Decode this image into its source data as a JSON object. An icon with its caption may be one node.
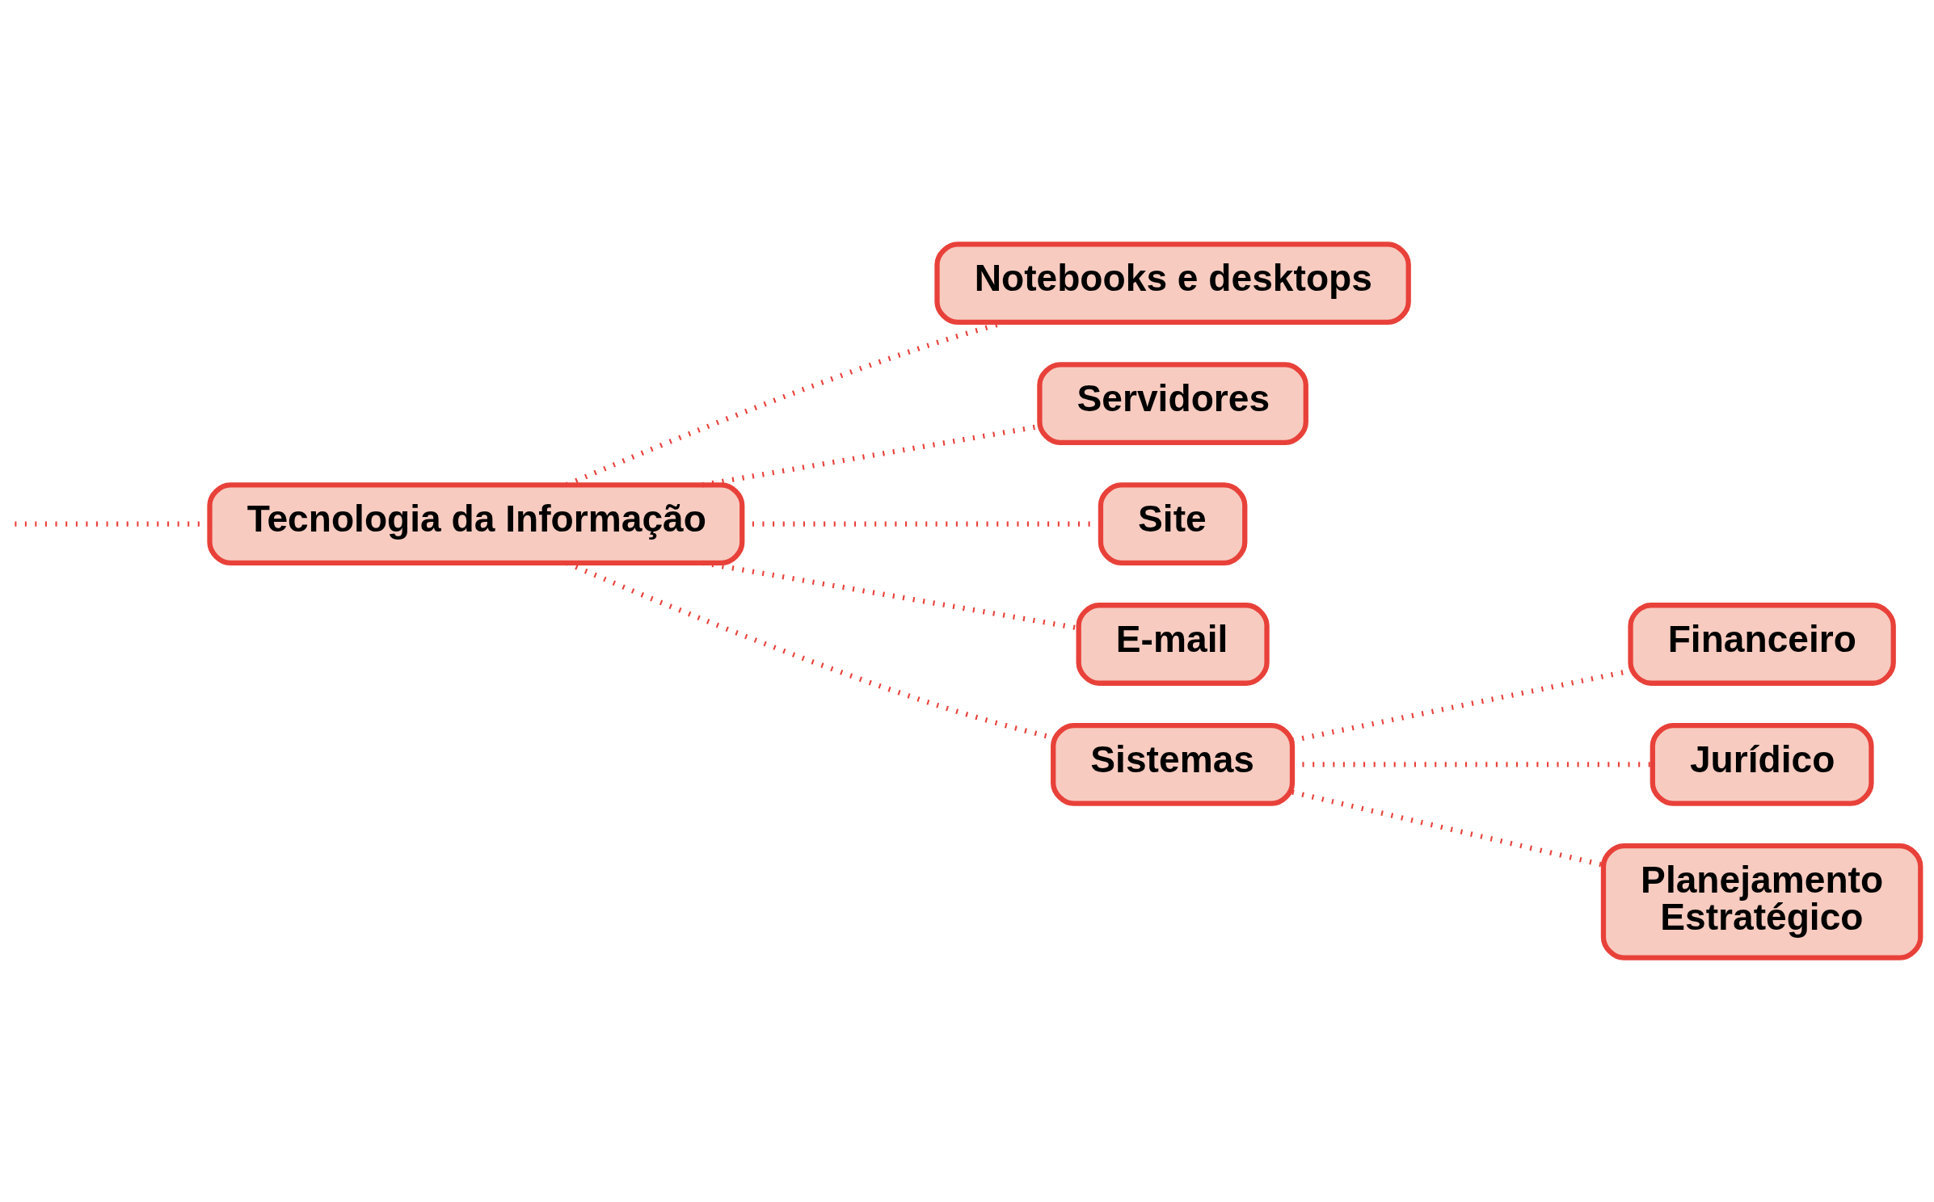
{
  "diagram": {
    "nodes": [
      {
        "text": [
          "Tecnologia da Informação"
        ]
      },
      {
        "text": [
          "Notebooks e desktops"
        ]
      },
      {
        "text": [
          "Servidores"
        ]
      },
      {
        "text": [
          "Site"
        ]
      },
      {
        "text": [
          "E-mail"
        ]
      },
      {
        "text": [
          "Sistemas"
        ]
      },
      {
        "text": [
          "Financeiro"
        ]
      },
      {
        "text": [
          "Jurídico"
        ]
      },
      {
        "text": [
          "Planejamento Estratégico"
        ]
      }
    ],
    "edges": [
      {
        "from": null,
        "to": 0,
        "arrow": "none"
      },
      {
        "from": 0,
        "to": 1,
        "arrow": "none"
      },
      {
        "from": 0,
        "to": 2,
        "arrow": "none"
      },
      {
        "from": 0,
        "to": 3,
        "arrow": "none"
      },
      {
        "from": 0,
        "to": 4,
        "arrow": "none"
      },
      {
        "from": 0,
        "to": 5,
        "arrow": "none"
      },
      {
        "from": 5,
        "to": 6,
        "arrow": "none"
      },
      {
        "from": 5,
        "to": 7,
        "arrow": "none"
      },
      {
        "from": 5,
        "to": 8,
        "arrow": "none"
      }
    ]
  }
}
